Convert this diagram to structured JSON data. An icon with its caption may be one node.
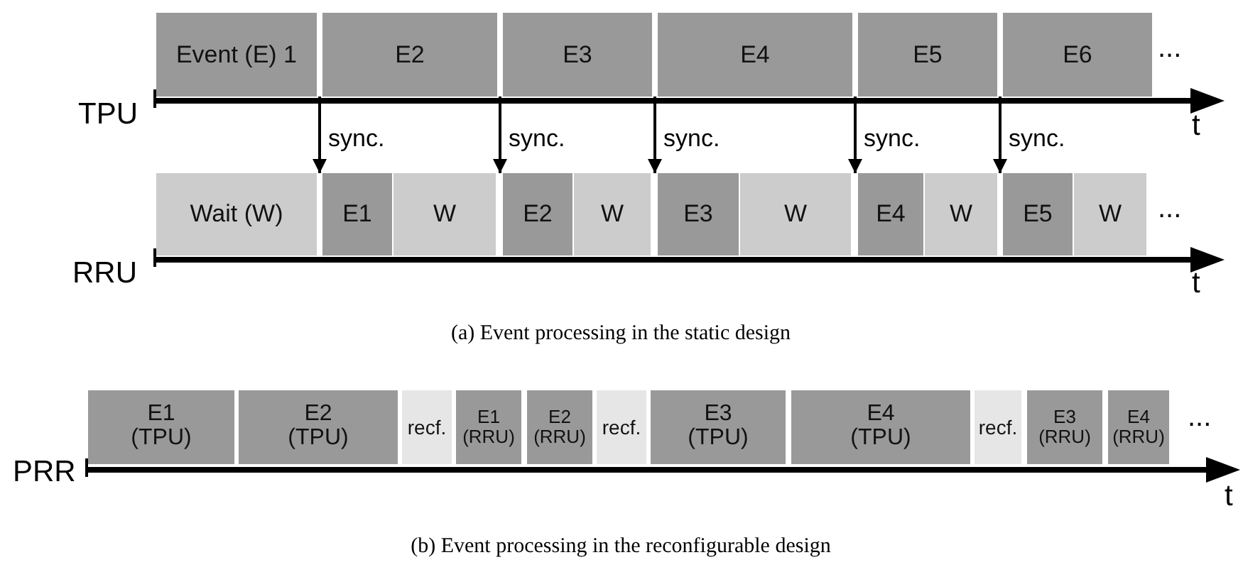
{
  "diagram": {
    "nodes": [
      {
        "text": [
          "Event (E) 1"
        ]
      },
      {
        "text": [
          "E2"
        ]
      },
      {
        "text": [
          "E3"
        ]
      },
      {
        "text": [
          "E4"
        ]
      },
      {
        "text": [
          "E5"
        ]
      },
      {
        "text": [
          "E6"
        ]
      },
      {
        "text": [
          "Wait (W)"
        ]
      },
      {
        "text": [
          "E1"
        ]
      },
      {
        "text": [
          "W"
        ]
      },
      {
        "text": [
          "E2"
        ]
      },
      {
        "text": [
          "W"
        ]
      },
      {
        "text": [
          "E3"
        ]
      },
      {
        "text": [
          "W"
        ]
      },
      {
        "text": [
          "E4"
        ]
      },
      {
        "text": [
          "W"
        ]
      },
      {
        "text": [
          "E5"
        ]
      },
      {
        "text": [
          "W"
        ]
      },
      {
        "text": [
          "E1 (TPU)"
        ]
      },
      {
        "text": [
          "E2 (TPU)"
        ]
      },
      {
        "text": [
          "recf."
        ]
      },
      {
        "text": [
          "E1 (RRU)"
        ]
      },
      {
        "text": [
          "E2 (RRU)"
        ]
      },
      {
        "text": [
          "recf."
        ]
      },
      {
        "text": [
          "E3 (TPU)"
        ]
      },
      {
        "text": [
          "E4 (TPU)"
        ]
      },
      {
        "text": [
          "recf."
        ]
      },
      {
        "text": [
          "E3 (RRU)"
        ]
      },
      {
        "text": [
          "E4 (RRU)"
        ]
      }
    ],
    "edges": [
      {
        "from": 0,
        "to": 7,
        "arrow": "to",
        "label": "sync."
      },
      {
        "from": 1,
        "to": 9,
        "arrow": "to",
        "label": "sync."
      },
      {
        "from": 2,
        "to": 11,
        "arrow": "to",
        "label": "sync."
      },
      {
        "from": 3,
        "to": 13,
        "arrow": "to",
        "label": "sync."
      },
      {
        "from": 4,
        "to": 15,
        "arrow": "to",
        "label": "sync."
      }
    ],
    "labels": [
      "...",
      "TPU",
      "t",
      "...",
      "RRU",
      "t",
      "(a) Event processing in the static design",
      "...",
      "PRR",
      "t",
      "(b) Event processing in the reconfigurable design"
    ]
  }
}
